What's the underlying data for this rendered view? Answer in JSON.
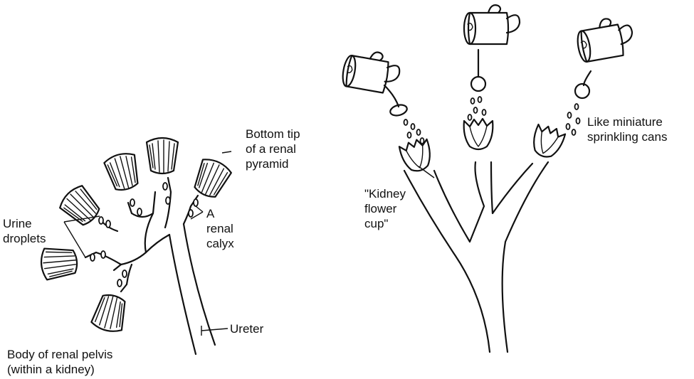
{
  "left_diagram": {
    "labels": {
      "bottom_tip": [
        "Bottom tip",
        "of a renal",
        "pyramid"
      ],
      "renal_calyx": [
        "A",
        "renal",
        "calyx"
      ],
      "urine_droplets": [
        "Urine",
        "droplets"
      ],
      "ureter": "Ureter",
      "renal_pelvis": [
        "Body of renal pelvis",
        "(within a kidney)"
      ]
    }
  },
  "right_diagram": {
    "labels": {
      "sprinkling_cans": [
        "Like miniature",
        "sprinkling cans"
      ],
      "flower_cup": [
        "\"Kidney",
        "flower",
        "cup\""
      ]
    }
  },
  "colors": {
    "ink": "#111111",
    "background": "#ffffff"
  }
}
